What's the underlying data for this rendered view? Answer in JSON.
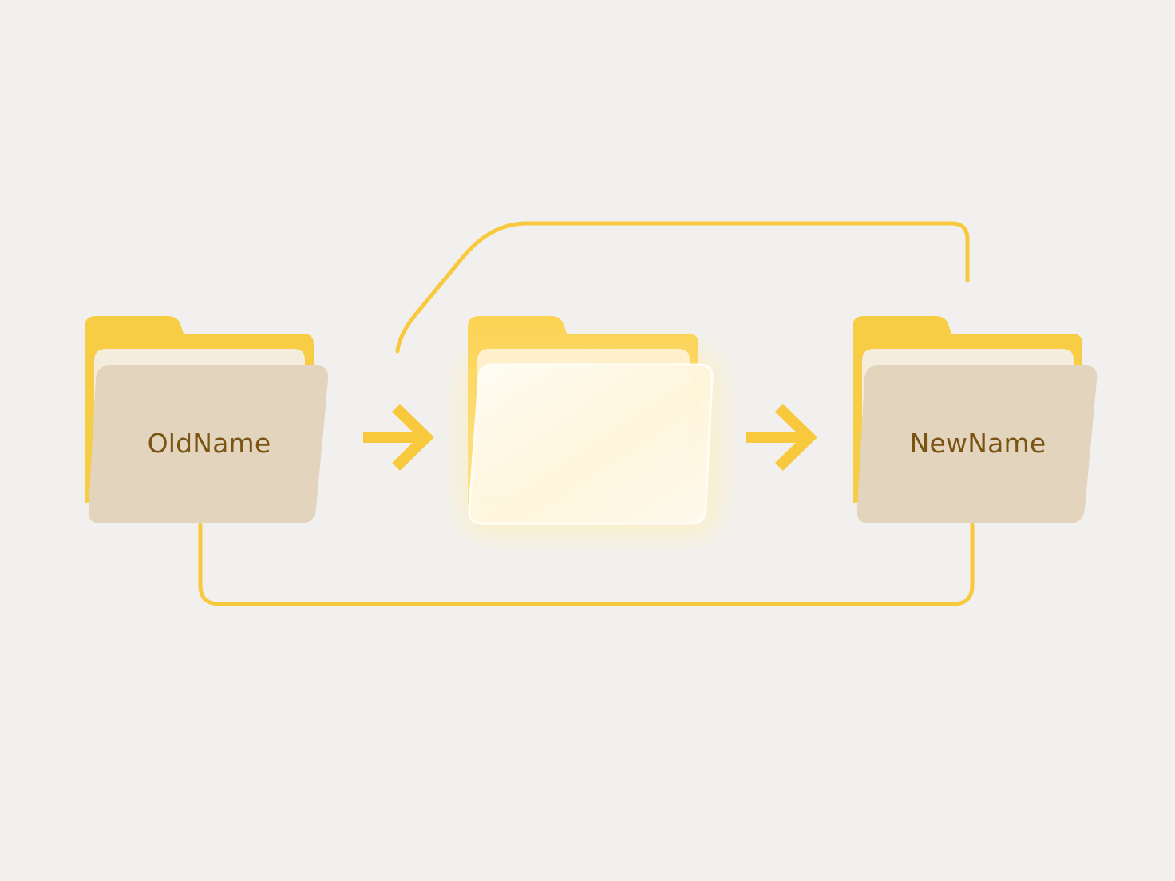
{
  "colors": {
    "background": "#f1f0ef",
    "accent": "#f9c93d",
    "folder_back": "#f8cd46",
    "folder_inner": "#f4ecdd",
    "folder_front": "#e2d4bd",
    "label_text": "#7b5413",
    "glow": "#fff3c8"
  },
  "folders": {
    "source": {
      "label": "OldName",
      "icon": "folder-icon"
    },
    "intermediate": {
      "label": "",
      "icon": "translucent-folder-icon"
    },
    "destination": {
      "label": "NewName",
      "icon": "folder-icon"
    }
  },
  "arrows": {
    "first": {
      "icon": "arrow-right-icon"
    },
    "second": {
      "icon": "arrow-right-icon"
    }
  },
  "connectors": {
    "top": {
      "icon": "curved-connector"
    },
    "bottom": {
      "icon": "loop-connector"
    }
  }
}
